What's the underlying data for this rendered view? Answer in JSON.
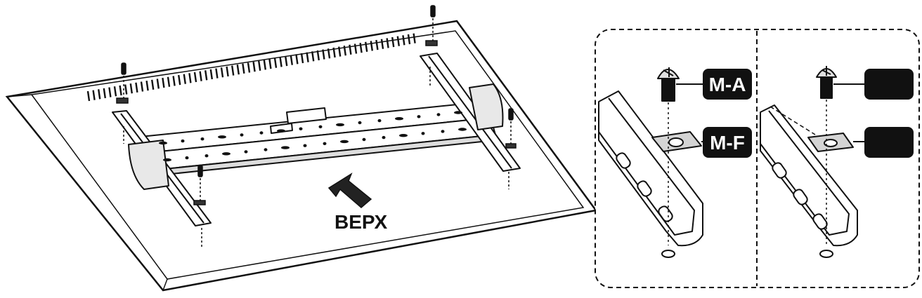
{
  "diagram": {
    "direction_label": "ВЕРХ",
    "callouts": {
      "left_screw_label": "M-A",
      "left_washer_label": "M-F",
      "right_screw_label": "",
      "right_washer_label": ""
    }
  },
  "colors": {
    "line": "#111111",
    "label_bg": "#111111",
    "label_text": "#ffffff",
    "part_fill": "#d4d4d4",
    "arrow": "#222222"
  }
}
